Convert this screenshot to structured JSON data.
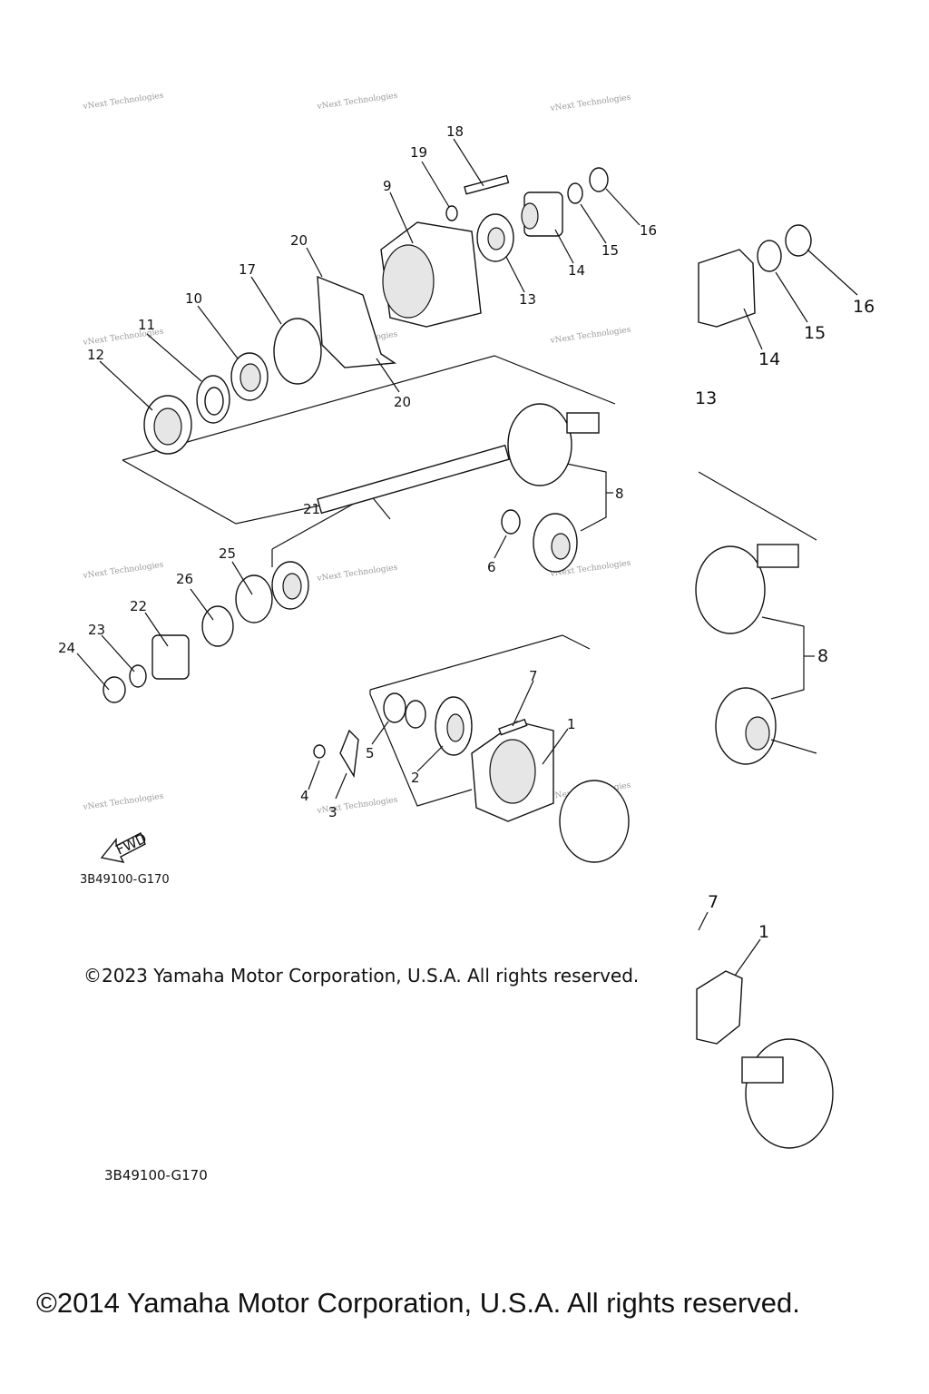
{
  "callouts": [
    "1",
    "2",
    "3",
    "4",
    "5",
    "6",
    "7",
    "8",
    "9",
    "10",
    "11",
    "12",
    "13",
    "14",
    "15",
    "16",
    "17",
    "18",
    "19",
    "20",
    "20",
    "21",
    "22",
    "23",
    "24",
    "25",
    "26"
  ],
  "zoom_callouts": [
    "13",
    "14",
    "15",
    "16",
    "8",
    "7",
    "1"
  ],
  "watermark": "vNext Technologies",
  "fwd_label": "FWD",
  "diagram_code": "3B49100-G170",
  "copyright_2023": "©2023 Yamaha Motor Corporation, U.S.A. All rights reserved.",
  "copyright_2014": "©2014 Yamaha Motor Corporation, U.S.A. All rights reserved."
}
